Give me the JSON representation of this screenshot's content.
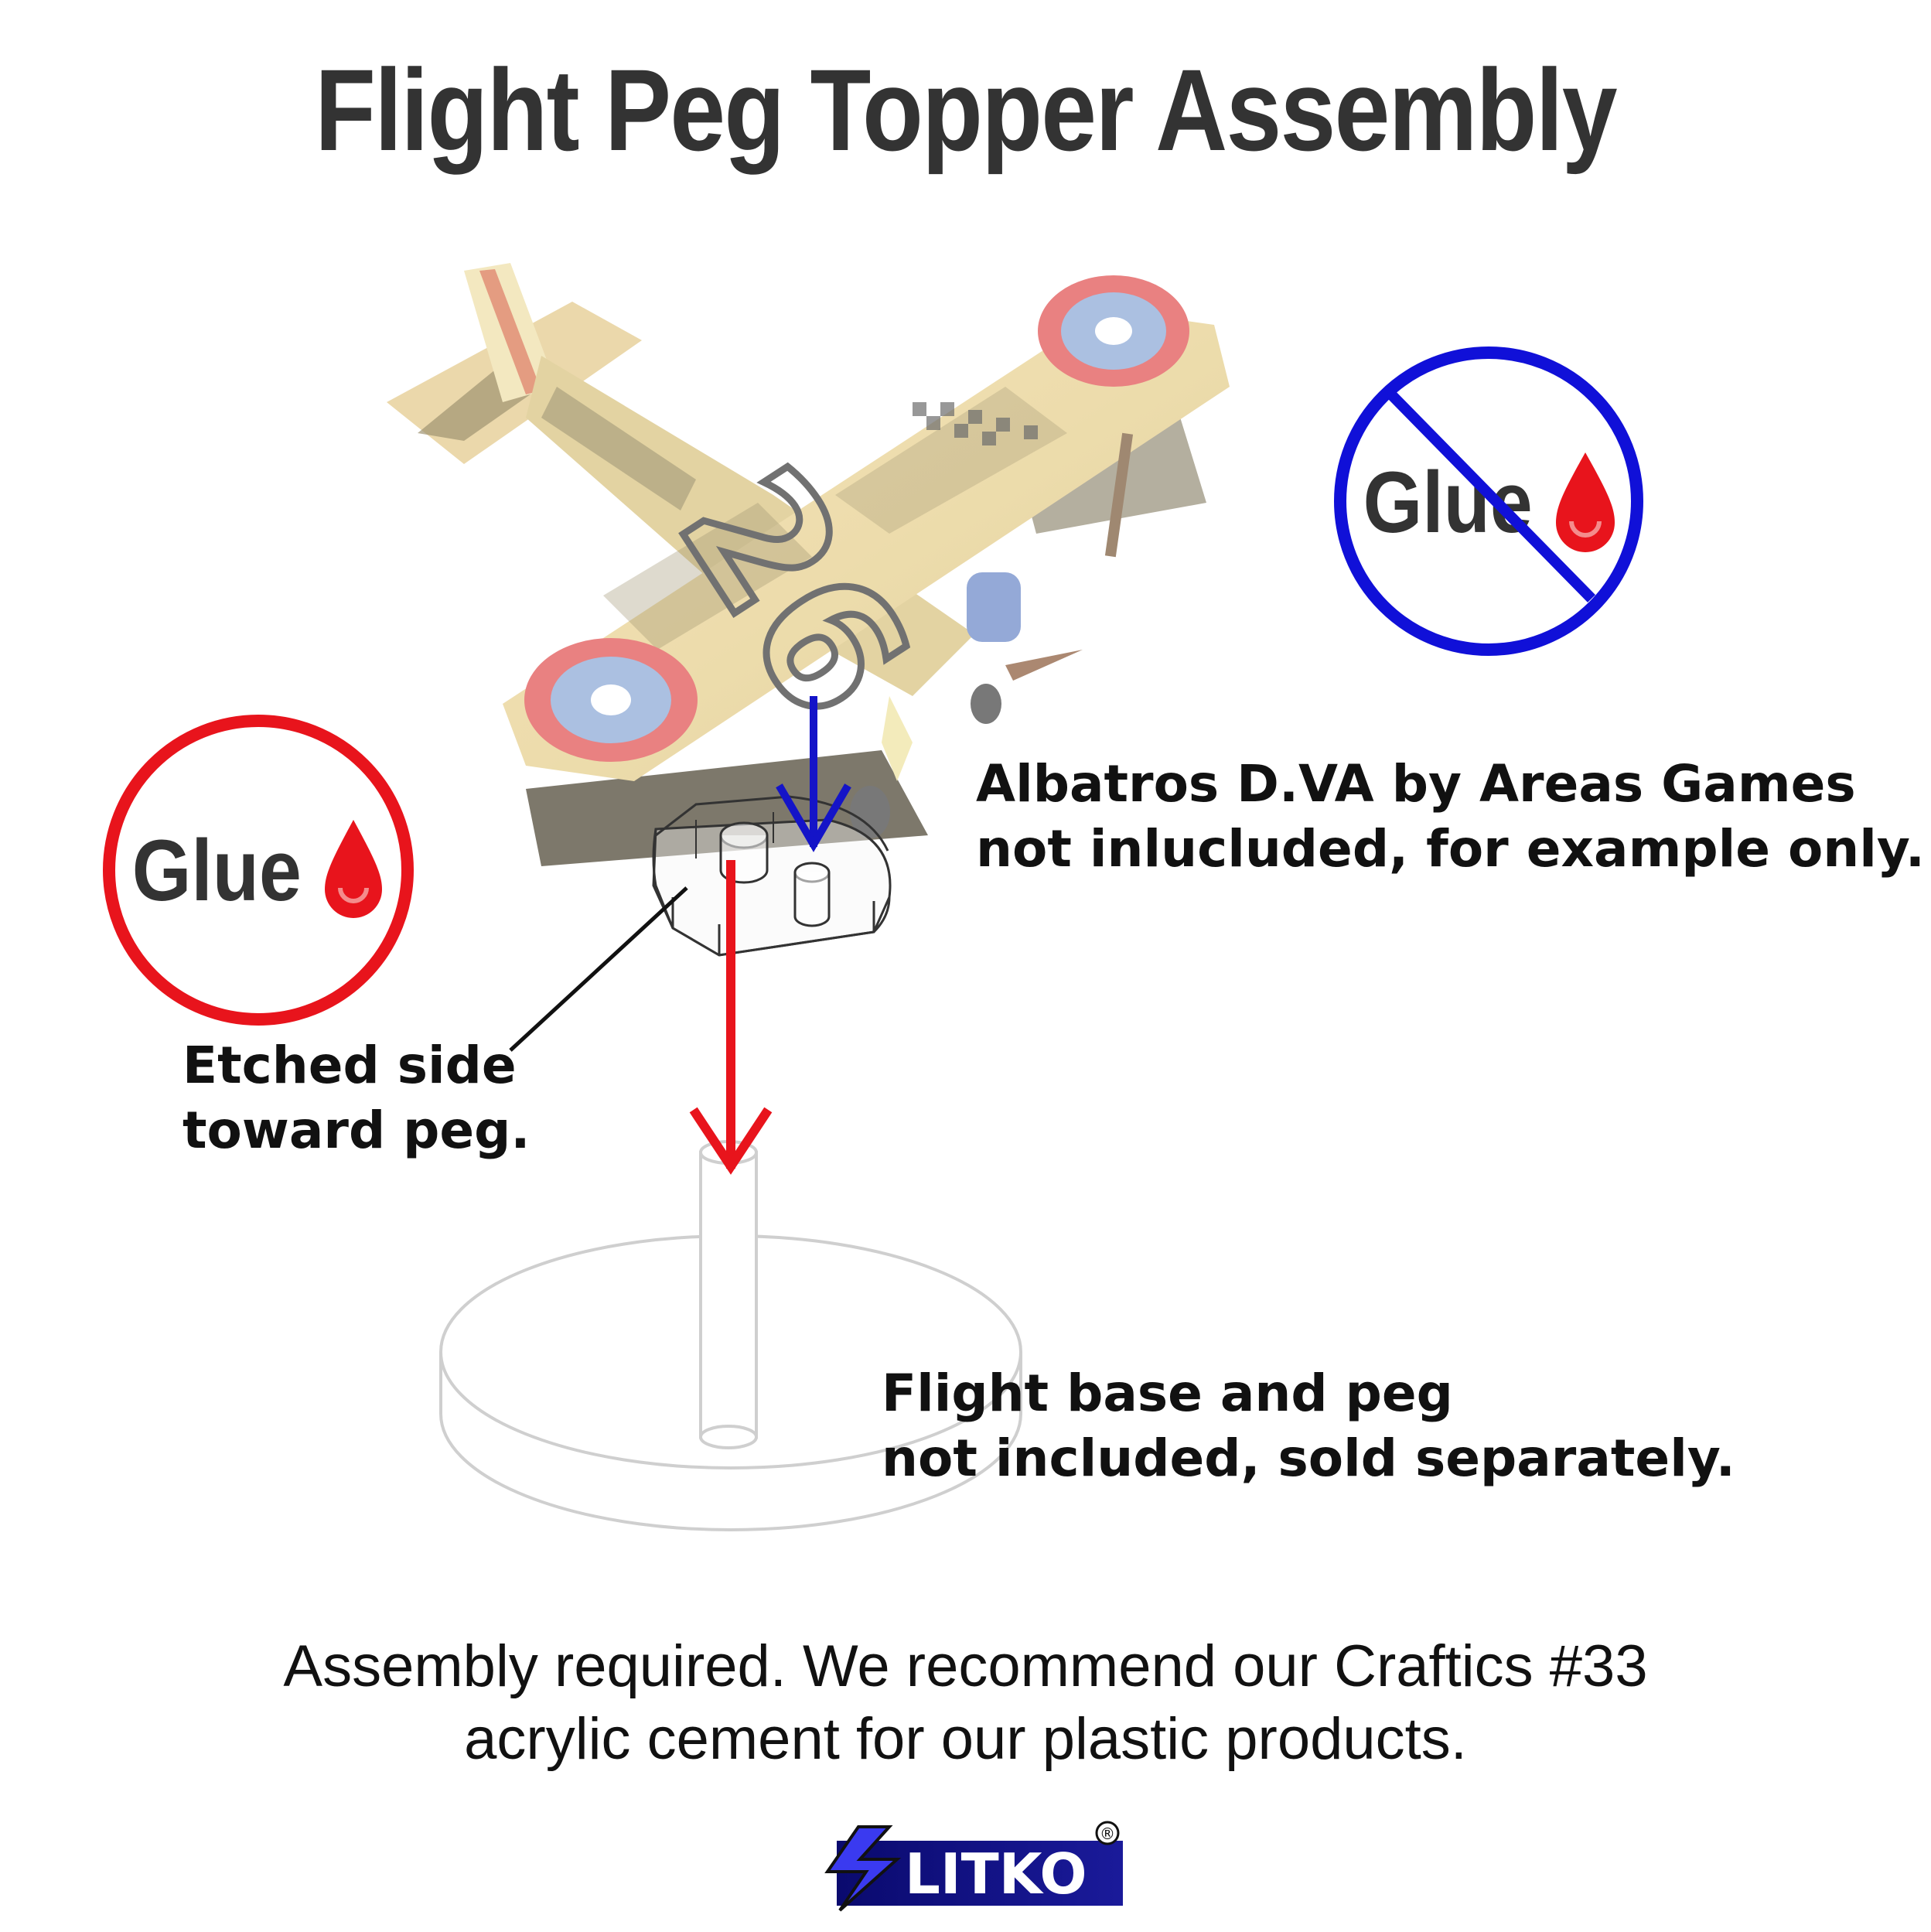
{
  "title": "Flight Peg Topper Assembly",
  "glue_ok": {
    "text": "Glue",
    "icon": "glue-drop-icon",
    "ring_color": "#e8141c"
  },
  "glue_no": {
    "text": "Glue",
    "icon": "no-glue-icon",
    "ring_color": "#1010d8"
  },
  "model_note": {
    "line1": "Albatros D.VA by Areas Games",
    "line2": "not inlucluded, for example only."
  },
  "etched_note": {
    "line1": "Etched side",
    "line2": "toward peg."
  },
  "base_note": {
    "line1": "Flight base and peg",
    "line2": "not included, sold separately."
  },
  "footer": {
    "line1": "Assembly required. We recommend our Craftics #33",
    "line2": "acrylic cement for our plastic products."
  },
  "logo": {
    "text": "LITKO",
    "mark": "®"
  },
  "colors": {
    "red_arrow": "#e8141c",
    "blue_arrow": "#1414c8",
    "drop": "#e8141c",
    "text": "#333333"
  }
}
